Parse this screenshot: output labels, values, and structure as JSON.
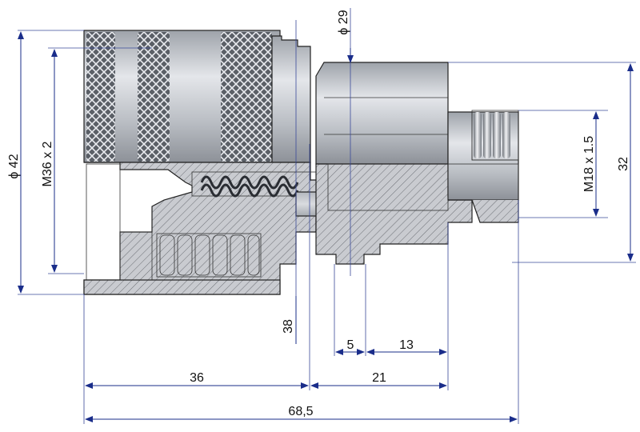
{
  "drawing": {
    "dimensions": {
      "outer_diameter": "ϕ 42",
      "female_thread": "M36 x 2",
      "nut_diameter": "ϕ 29",
      "male_thread": "M18 x 1.5",
      "hex_size": "32",
      "sleeve_step": "38",
      "groove_width": "5",
      "stem_length": "13",
      "body_length": "36",
      "nipple_length": "21",
      "overall_length": "68,5"
    }
  }
}
